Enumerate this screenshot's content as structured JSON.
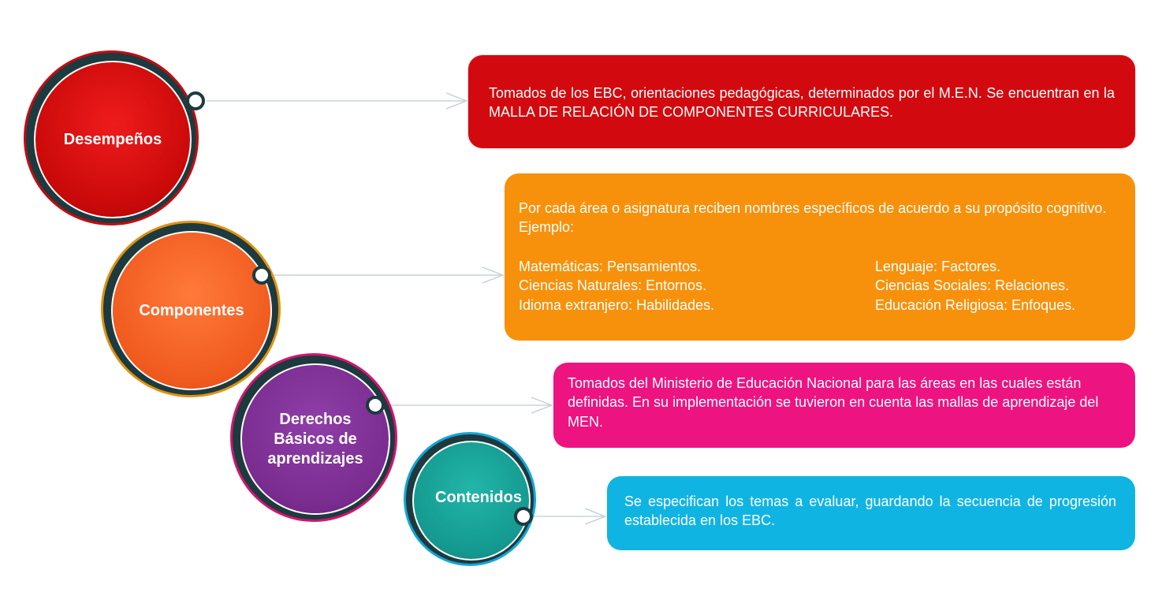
{
  "items": [
    {
      "title": "Desempeños",
      "description": "Tomados de los EBC, orientaciones pedagógicas, determinados por el M.E.N. Se encuentran en la MALLA DE RELACIÓN DE COMPONENTES CURRICULARES.",
      "color": "#d40a10"
    },
    {
      "title": "Componentes",
      "description": "Por cada área o asignatura reciben nombres específicos de acuerdo a su propósito cognitivo. Ejemplo:",
      "left_column": [
        "Matemáticas: Pensamientos.",
        "Ciencias Naturales: Entornos.",
        "Idioma extranjero: Habilidades."
      ],
      "right_column": [
        "Lenguaje: Factores.",
        "Ciencias Sociales: Relaciones.",
        "Educación Religiosa: Enfoques."
      ],
      "color": "#f7910b"
    },
    {
      "title_lines": [
        "Derechos",
        "Básicos de",
        "aprendizajes"
      ],
      "description": "Tomados del Ministerio de Educación Nacional para las áreas en las cuales están definidas. En su implementación se tuvieron en cuenta las mallas de aprendizaje del MEN.",
      "color": "#ed1380"
    },
    {
      "title": "Contenidos",
      "description": "Se especifican los temas a evaluar, guardando la secuencia de progresión establecida en los EBC.",
      "color": "#10b4e3"
    }
  ]
}
